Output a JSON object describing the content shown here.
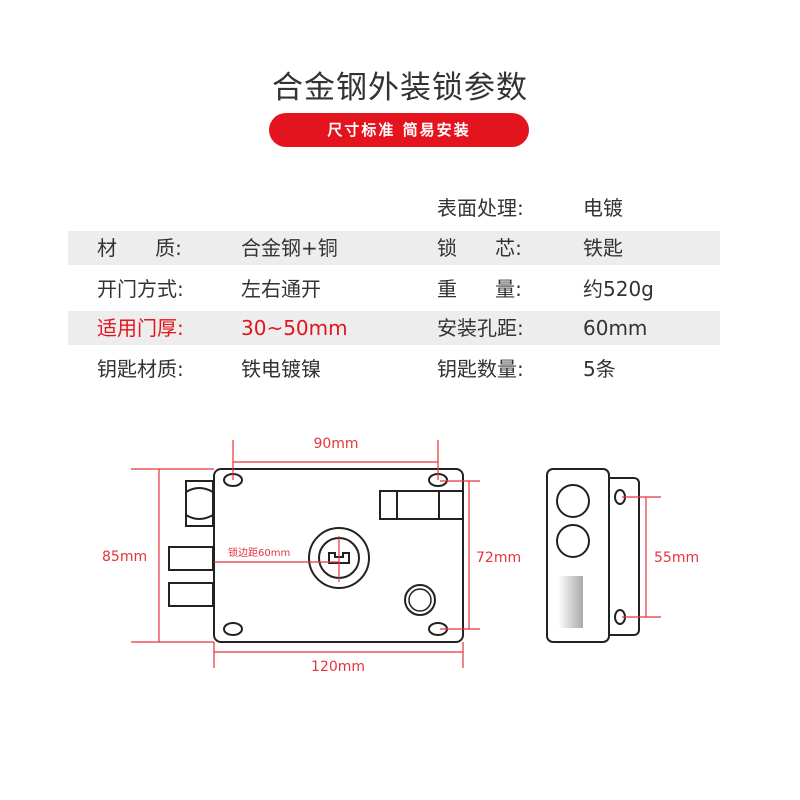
{
  "header": {
    "title": "合金钢外装锁参数",
    "subtitle": "尺寸标准 简易安装"
  },
  "specs": [
    {
      "label": "",
      "value": "",
      "label2": "表面处理:",
      "value2": "电镀"
    },
    {
      "label": "材      质:",
      "value": "合金钢+铜",
      "label2": "锁      芯:",
      "value2": "铁匙"
    },
    {
      "label": "开门方式:",
      "value": "左右通开",
      "label2": "重      量:",
      "value2": "约520g"
    },
    {
      "label": "适用门厚:",
      "value": "30~50mm",
      "label2": "安装孔距:",
      "value2": "60mm"
    },
    {
      "label": "钥匙材质:",
      "value": "铁电镀镍",
      "label2": "钥匙数量:",
      "value2": "5条"
    }
  ],
  "diagram": {
    "hole_spacing_top": "90mm",
    "height": "85mm",
    "hole_spacing_vertical": "72mm",
    "width": "120mm",
    "backset": "锁边距60mm",
    "side_hole_spacing": "55mm"
  },
  "colors": {
    "accent": "#e3141e",
    "dimension": "#e5343a",
    "band": "#ededed"
  }
}
